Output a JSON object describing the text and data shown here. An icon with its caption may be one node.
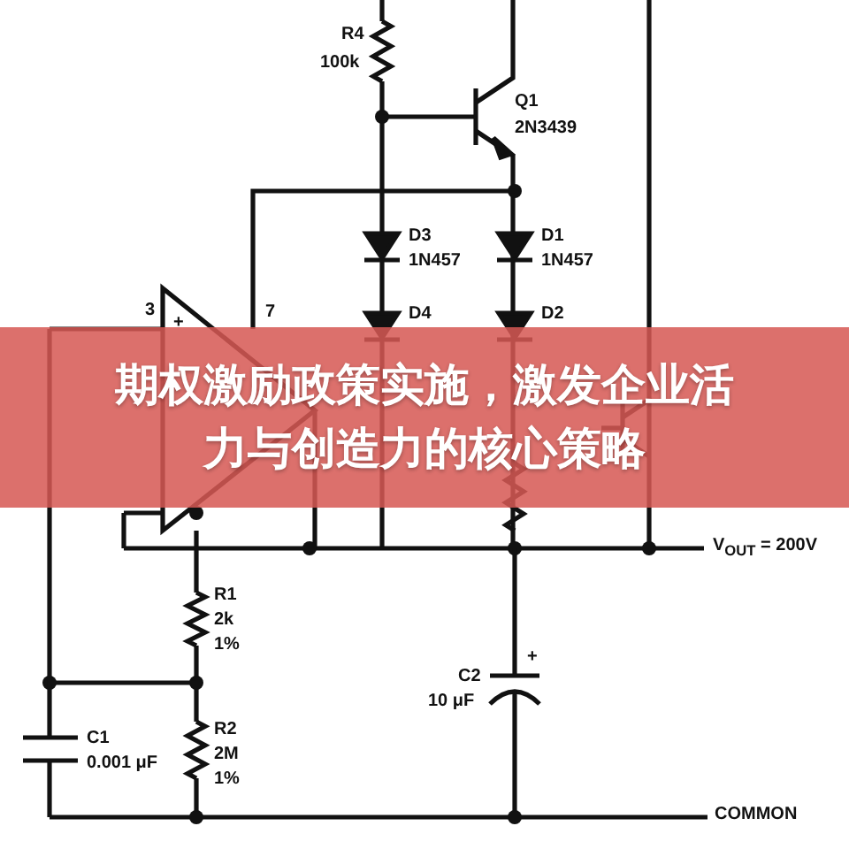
{
  "diagram": {
    "title": "期权激励政策实施，激发企业活力与创造力的核心策略",
    "labels": [
      "R4",
      "100k",
      "Q1",
      "2N3439",
      "D3",
      "1N457",
      "D1",
      "1N457",
      "3",
      "+",
      "7",
      "D4",
      "D2",
      "V$_{OUT}$ = 200V",
      "R1",
      "2k",
      "1%",
      "+",
      "C2",
      "10 μF",
      "R2",
      "C1",
      "2M",
      "0.001 μF",
      "1%",
      "COMMON"
    ]
  }
}
